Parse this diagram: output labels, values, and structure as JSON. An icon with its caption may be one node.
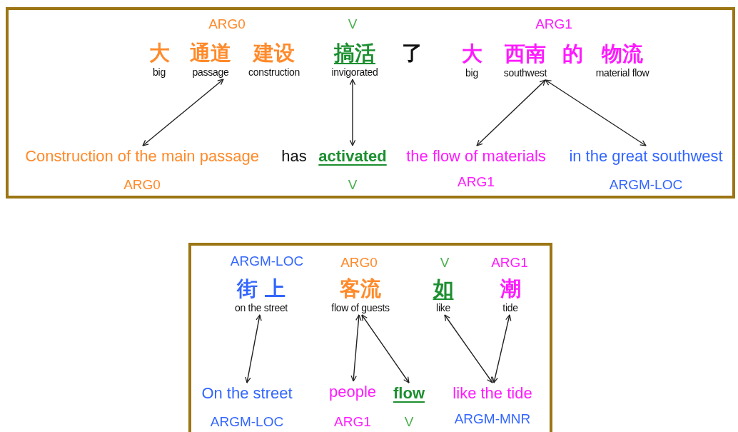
{
  "diagram": {
    "nodes": [
      {
        "text": [],
        "shape": "box"
      },
      {
        "text": [
          "大",
          "big"
        ],
        "in": 0
      },
      {
        "text": [
          "通道",
          "passage"
        ],
        "in": 0
      },
      {
        "text": [
          "建设",
          "construction"
        ],
        "in": 0
      },
      {
        "text": [
          "搞活",
          "invigorated"
        ],
        "in": 0
      },
      {
        "text": [
          "了"
        ],
        "in": 0
      },
      {
        "text": [
          "大",
          "big"
        ],
        "in": 0
      },
      {
        "text": [
          "西南",
          "southwest"
        ],
        "in": 0
      },
      {
        "text": [
          "的"
        ],
        "in": 0
      },
      {
        "text": [
          "物流",
          "material flow"
        ],
        "in": 0
      },
      {
        "text": [
          "Construction of the main passage"
        ],
        "beside": [
          "ARG0"
        ],
        "in": 0
      },
      {
        "text": [
          "has"
        ],
        "in": 0
      },
      {
        "text": [
          "activated"
        ],
        "beside": [
          "V"
        ],
        "in": 0
      },
      {
        "text": [
          "the flow of materials"
        ],
        "beside": [
          "ARG1"
        ],
        "in": 0
      },
      {
        "text": [
          "in the great southwest"
        ],
        "beside": [
          "ARGM-LOC"
        ],
        "in": 0
      },
      {
        "text": [],
        "shape": "box"
      },
      {
        "text": [
          "街 上",
          "on the street"
        ],
        "in": 15
      },
      {
        "text": [
          "客流",
          "flow of guests"
        ],
        "in": 15
      },
      {
        "text": [
          "如",
          "like"
        ],
        "in": 15
      },
      {
        "text": [
          "潮",
          "tide"
        ],
        "in": 15
      },
      {
        "text": [
          "On the street"
        ],
        "beside": [
          "ARGM-LOC"
        ],
        "in": 15
      },
      {
        "text": [
          "people"
        ],
        "beside": [
          "ARG1"
        ],
        "in": 15
      },
      {
        "text": [
          "flow"
        ],
        "beside": [
          "V"
        ],
        "in": 15
      },
      {
        "text": [
          "like the tide"
        ],
        "beside": [
          "ARGM-MNR"
        ],
        "in": 15
      }
    ],
    "edges": [
      {
        "from": 10,
        "to": 2,
        "arrow": "both"
      },
      {
        "from": 12,
        "to": 4,
        "arrow": "both"
      },
      {
        "from": 13,
        "to": 7,
        "arrow": "both"
      },
      {
        "from": 14,
        "to": 7,
        "arrow": "both"
      },
      {
        "from": 20,
        "to": 16,
        "arrow": "both"
      },
      {
        "from": 21,
        "to": 17,
        "arrow": "both"
      },
      {
        "from": 22,
        "to": 17,
        "arrow": "both"
      },
      {
        "from": 23,
        "to": 18,
        "arrow": "both"
      },
      {
        "from": 23,
        "to": 19,
        "arrow": "both"
      }
    ],
    "labels": [
      "ARG0",
      "V",
      "ARG1",
      "ARGM-LOC",
      "ARG0",
      "V",
      "ARG1"
    ]
  }
}
